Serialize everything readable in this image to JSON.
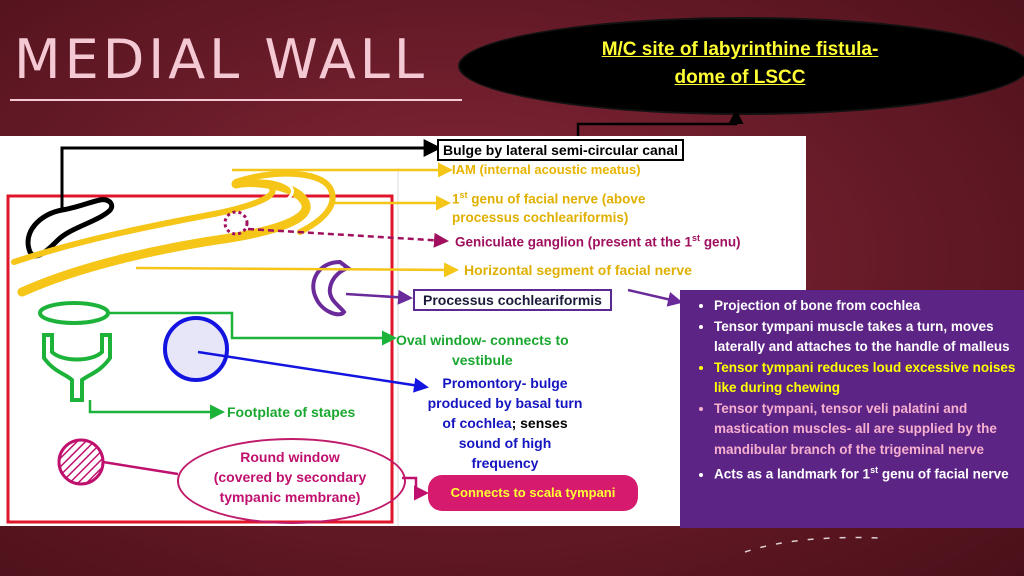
{
  "title": "MEDIAL WALL",
  "bubble": {
    "line1": "M/C site of labyrinthine fistula-",
    "line2": "dome of LSCC"
  },
  "labels": {
    "bulge": "Bulge by lateral semi-circular canal",
    "iam": "IAM (internal acoustic meatus)",
    "genu_a": "1",
    "genu_sup": "st",
    "genu_b": " genu of facial nerve (above",
    "genu_c": "processus cochleariformis)",
    "gen_a": "Geniculate ganglion (present at the 1",
    "gen_sup": "st",
    "gen_b": " genu)",
    "horizontal": "Horizontal segment of facial nerve",
    "processus": "Processus cochleariformis",
    "oval1": "Oval window- connects to",
    "oval2": "vestibule",
    "prom1": "Promontory- bulge",
    "prom2": "produced by basal turn",
    "prom3a": "of cochlea",
    "prom3b": "; senses",
    "prom4": "sound of high",
    "prom5": "frequency",
    "footplate": "Footplate of stapes",
    "round1": "Round window",
    "round2": "(covered by secondary",
    "round3": "tympanic membrane)",
    "scala": "Connects to scala tympani"
  },
  "side_notes": {
    "n1": "Projection of bone from cochlea",
    "n2": "Tensor tympani muscle takes a turn, moves laterally and attaches to the handle of malleus",
    "n3": "Tensor tympani reduces loud excessive noises like during chewing",
    "n4": "Tensor tympani, tensor veli palatini and mastication muscles- all are supplied by the mandibular branch of the trigeminal nerve",
    "n5a": "Acts as a landmark for 1",
    "n5sup": "st",
    "n5b": " genu of facial nerve"
  },
  "colors": {
    "yellow": "#f5c518",
    "red": "#e0142a",
    "green": "#1db33a",
    "blue": "#1414e0",
    "purple": "#6a2a9a",
    "magenta": "#c0106e"
  }
}
